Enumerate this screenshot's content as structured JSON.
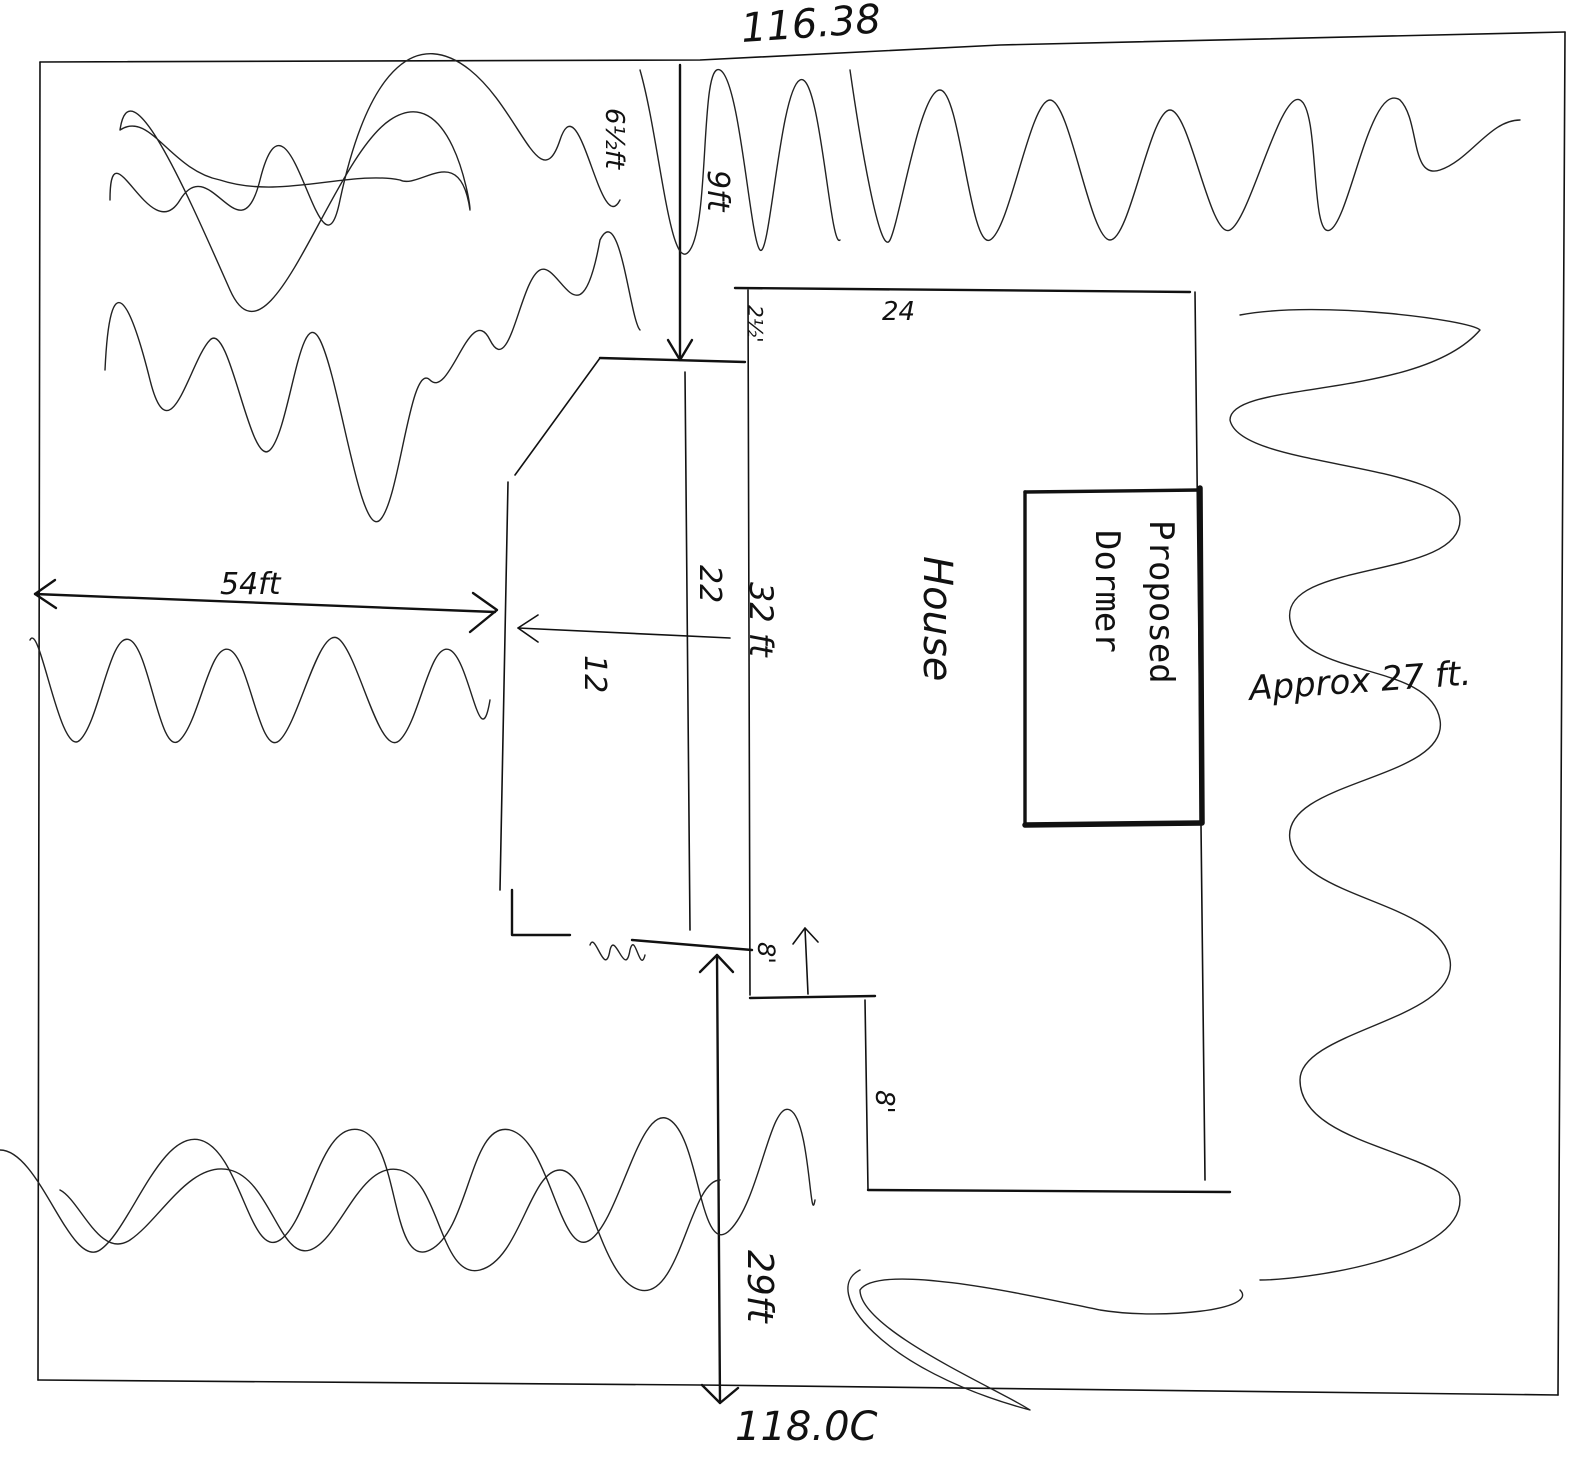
{
  "labels": {
    "top_boundary": "116.38",
    "bottom_boundary": "118.0C",
    "left_setback": "54ft",
    "front_setback_a": "6½ft",
    "front_setback_b": "9ft",
    "porch_step": "2½'",
    "house_width": "24",
    "deck_depth": "22",
    "house_length": "32 ft",
    "deck_bump": "12",
    "stair_8a": "8'",
    "stair_8b": "8'",
    "rear_setback": "29ft",
    "right_setback": "Approx 27 ft.",
    "house": "House",
    "dormer_line1": "Proposed",
    "dormer_line2": "Dormer"
  }
}
